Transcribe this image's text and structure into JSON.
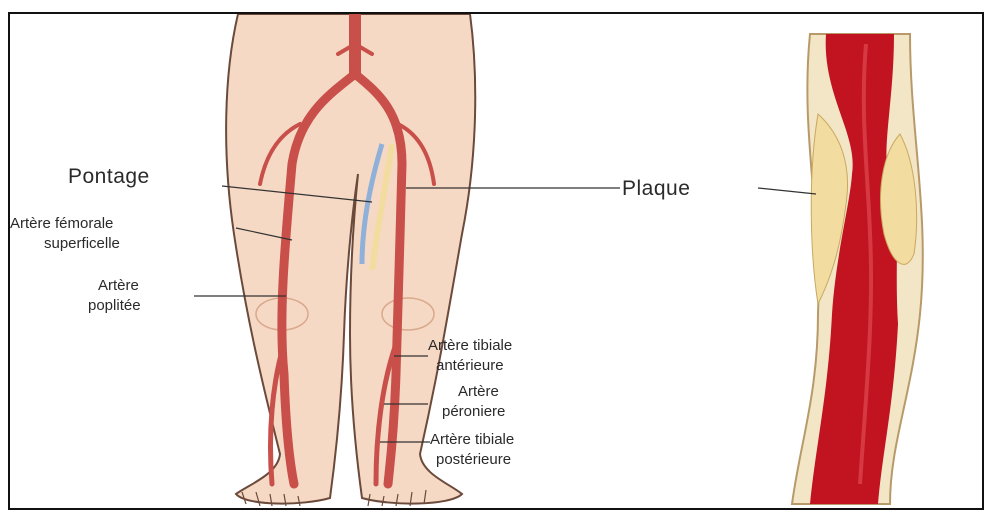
{
  "labels": {
    "pontage": "Pontage",
    "plaque": "Plaque",
    "femorale_line1": "Artère fémorale",
    "femorale_line2": "superficelle",
    "poplitee_line1": "Artère",
    "poplitee_line2": "poplitée",
    "tibiale_ant_line1": "Artère tibiale",
    "tibiale_ant_line2": "antérieure",
    "peroniere_line1": "Artère",
    "peroniere_line2": "péroniere",
    "tibiale_post_line1": "Artère tibiale",
    "tibiale_post_line2": "postérieure"
  },
  "colors": {
    "skin": "#f6d9c4",
    "skin_outline": "#6b4a3c",
    "artery": "#c94f4a",
    "vessel_blood": "#c21320",
    "plaque": "#f2dca0",
    "graft": "#8fb0d8"
  }
}
